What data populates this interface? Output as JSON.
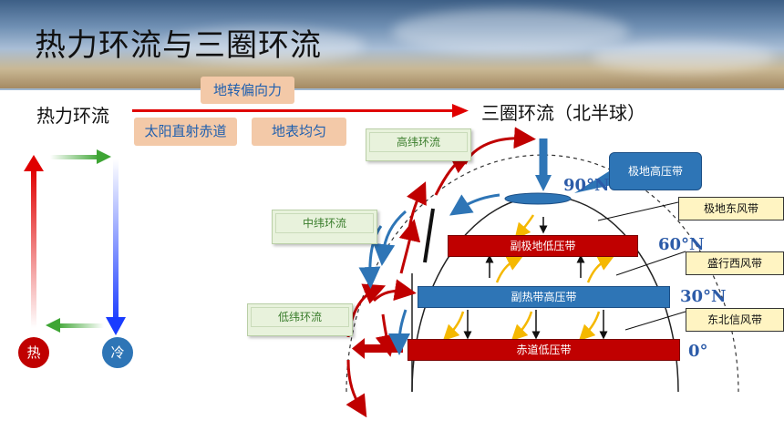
{
  "title": "热力环流与三圈环流",
  "left_label": "热力环流",
  "right_label": "三圈环流（北半球）",
  "arrow_note": "地转偏向力",
  "pills": [
    "太阳直射赤道",
    "地表均匀"
  ],
  "cells": [
    "高纬环流",
    "中纬环流",
    "低纬环流"
  ],
  "callout": "极地高压带",
  "wind_belts": [
    "极地东风带",
    "盛行西风带",
    "东北信风带"
  ],
  "pressure_belts": [
    "副极地低压带",
    "副热带高压带",
    "赤道低压带"
  ],
  "latitudes": [
    "90°N",
    "60°N",
    "30°N",
    "0°"
  ],
  "hot_label": "热",
  "cold_label": "冷",
  "colors": {
    "red": "#c00000",
    "blue": "#2e75b6",
    "green": "#4ea93b",
    "yellow": "#f5b800",
    "pill": "#f3c9a8"
  }
}
